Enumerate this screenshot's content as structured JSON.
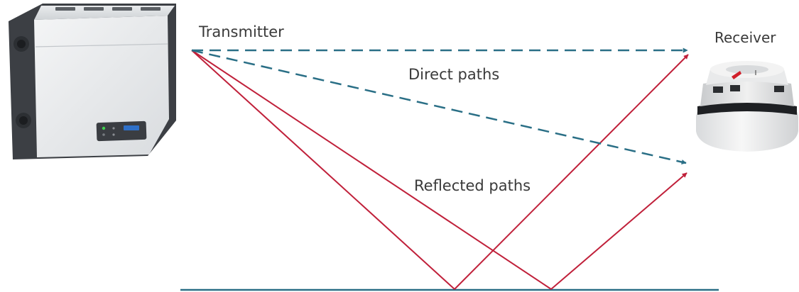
{
  "labels": {
    "transmitter": "Transmitter",
    "receiver": "Receiver",
    "direct_paths": "Direct paths",
    "reflected_paths": "Reflected paths"
  },
  "colors": {
    "direct_path": "#2a6f86",
    "reflected_path": "#c0203a",
    "ground": "#2a6f86",
    "label_text": "#3a3a3a"
  },
  "devices": {
    "transmitter_icon": "wall-mounted-transmitter-box",
    "receiver_icon": "ceiling-smoke-detector"
  }
}
